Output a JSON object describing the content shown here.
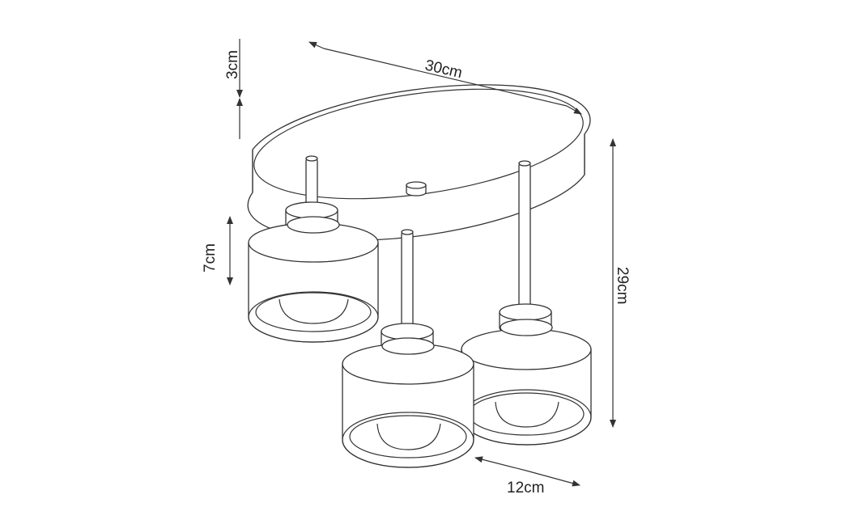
{
  "diagram": {
    "subject": "three-light ceiling lamp dimension drawing",
    "dimensions": {
      "base_height": "3cm",
      "base_diameter": "30cm",
      "shade_height": "7cm",
      "total_height": "29cm",
      "shade_diameter": "12cm"
    }
  }
}
